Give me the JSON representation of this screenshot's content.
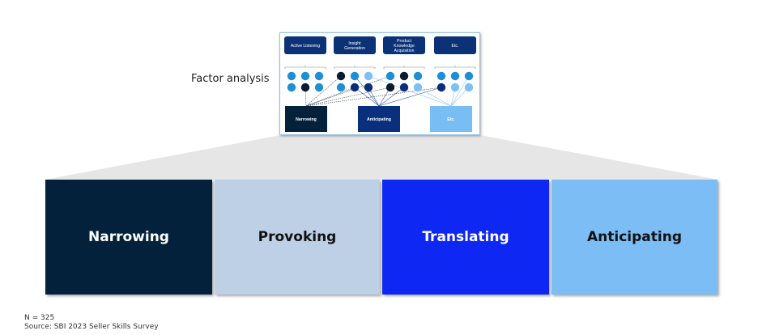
{
  "factor_analysis": {
    "label": "Factor analysis",
    "skill_groups": [
      {
        "label": "Active Listening",
        "dots_top": [
          "mid",
          "mid",
          "mid"
        ],
        "dots_bottom": [
          "mid",
          "black",
          "mid"
        ]
      },
      {
        "label": "Insight Generation",
        "dots_top": [
          "black",
          "mid",
          "light"
        ],
        "dots_bottom": [
          "mid",
          "navy",
          "navy"
        ]
      },
      {
        "label": "Product Knowledge Acquisition",
        "dots_top": [
          "mid",
          "black",
          "mid"
        ],
        "dots_bottom": [
          "black",
          "navy",
          "light"
        ]
      },
      {
        "label": "Etc.",
        "dots_top": [
          "mid",
          "mid",
          "mid"
        ],
        "dots_bottom": [
          "navy",
          "light",
          "light"
        ]
      }
    ],
    "factors": [
      {
        "label": "Narrowing",
        "color": "#03213a"
      },
      {
        "label": "Anticipating",
        "color": "#0a2f7d"
      },
      {
        "label": "Etc.",
        "color": "#78bdf3"
      }
    ],
    "dot_colors": {
      "mid": "#1e8fd6",
      "black": "#0b1c30",
      "navy": "#0b2e7a",
      "light": "#7ec0f3"
    },
    "header_color": "#0b3277"
  },
  "cards": [
    {
      "label": "Narrowing",
      "bg": "#03213a",
      "fg": "#ffffff"
    },
    {
      "label": "Provoking",
      "bg": "#bed0e6",
      "fg": "#111111"
    },
    {
      "label": "Translating",
      "bg": "#0f27f3",
      "fg": "#ffffff"
    },
    {
      "label": "Anticipating",
      "bg": "#7bbdf4",
      "fg": "#111111"
    }
  ],
  "footnote": {
    "n": "N = 325",
    "source": "Source: SBI 2023 Seller Skills Survey"
  }
}
